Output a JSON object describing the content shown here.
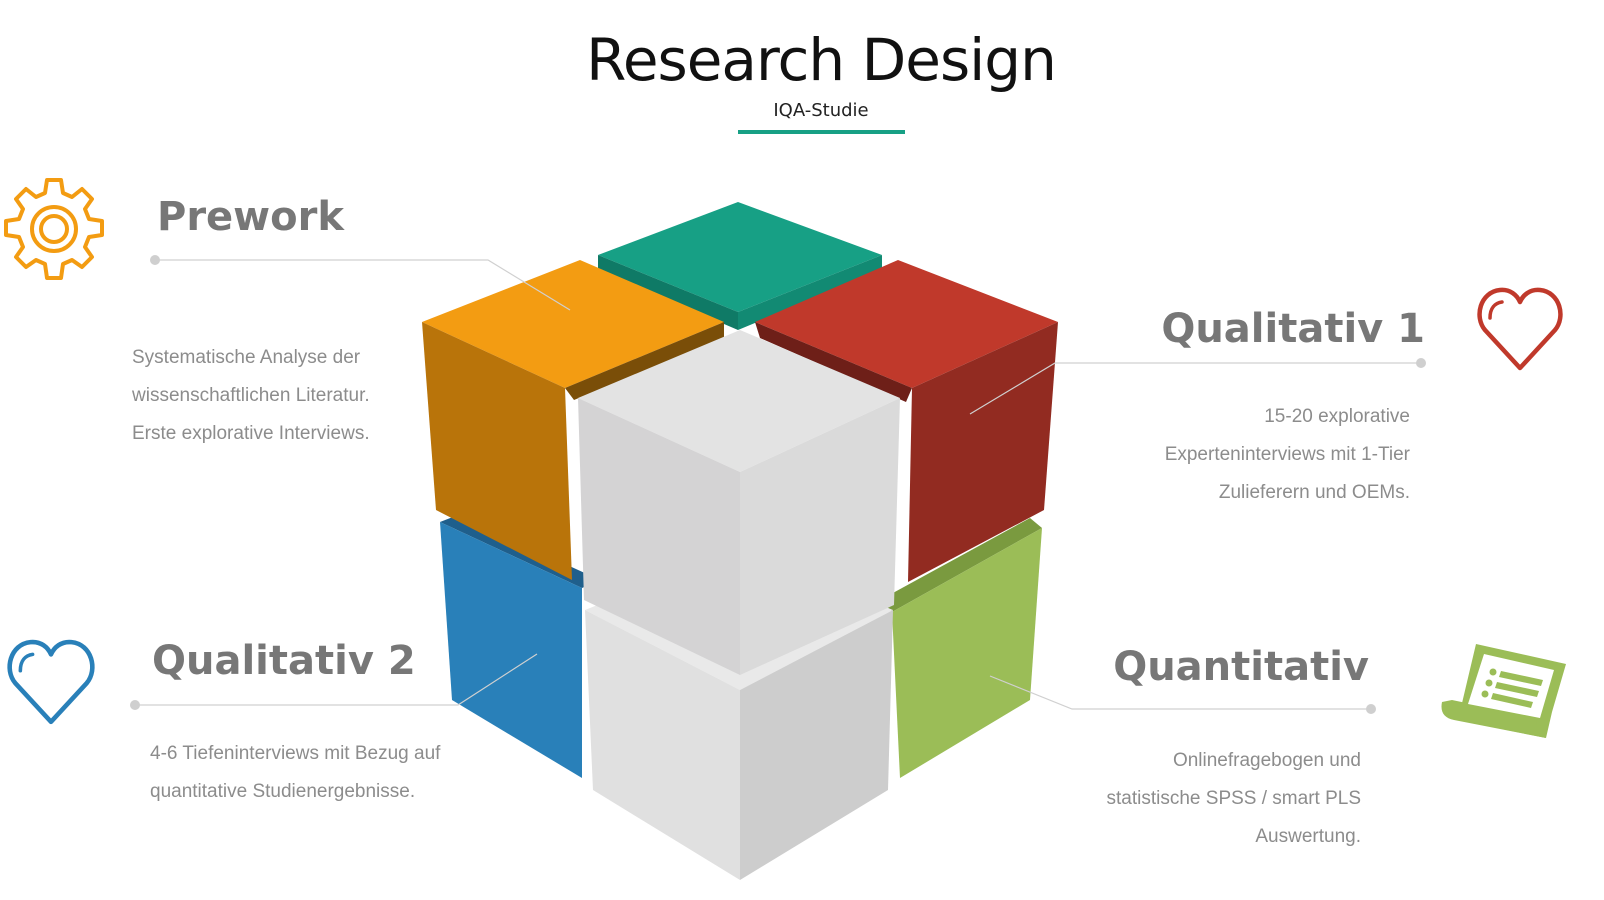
{
  "header": {
    "title": "Research Design",
    "subtitle": "IQA-Studie"
  },
  "sections": {
    "prework": {
      "title": "Prework",
      "lines": [
        "Systematische Analyse der",
        "wissenschaftlichen Literatur.",
        "Erste explorative Interviews."
      ]
    },
    "qualitativ1": {
      "title": "Qualitativ 1",
      "lines": [
        "15-20 explorative",
        "Experteninterviews mit 1-Tier",
        "Zulieferern und OEMs."
      ]
    },
    "qualitativ2": {
      "title": "Qualitativ 2",
      "lines": [
        "4-6 Tiefeninterviews mit Bezug auf",
        "quantitative Studienergebnisse."
      ]
    },
    "quantitativ": {
      "title": "Quantitativ",
      "lines": [
        "Onlinefragebogen und",
        "statistische SPSS / smart PLS",
        "Auswertung."
      ]
    }
  },
  "colors": {
    "teal": "#17a085",
    "orange": "#f39c12",
    "red": "#c0392b",
    "blue": "#2980b9",
    "green": "#9bbd57",
    "grey": "#dcdcdc",
    "line": "#cccccc",
    "heading": "#777777"
  },
  "icons": {
    "prework": "gear-icon",
    "qualitativ1": "heart-icon",
    "qualitativ2": "heart-icon",
    "quantitativ": "document-list-icon"
  }
}
